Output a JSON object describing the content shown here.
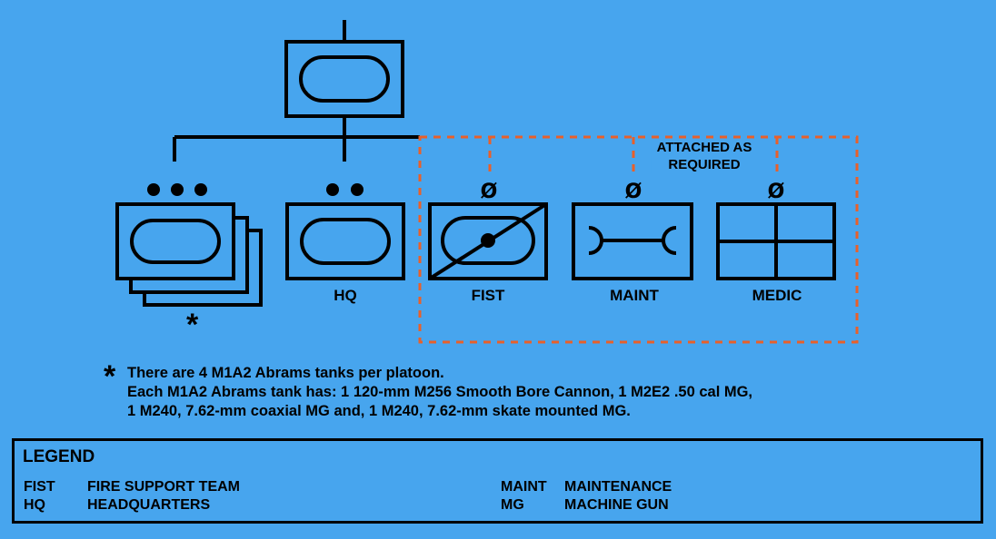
{
  "units": {
    "platoons_label": "",
    "hq_label": "HQ",
    "fist_label": "FIST",
    "maint_label": "MAINT",
    "medic_label": "MEDIC"
  },
  "annotation": {
    "attached_line1": "ATTACHED AS",
    "attached_line2": "REQUIRED",
    "slashed_zero": "Ø",
    "dashed_color": "#e8602a"
  },
  "footnote": {
    "marker": "*",
    "lines": [
      "There are 4 M1A2 Abrams tanks per platoon.",
      "Each M1A2 Abrams tank has: 1 120-mm M256 Smooth Bore Cannon, 1 M2E2 .50 cal MG,",
      "1 M240, 7.62-mm coaxial MG and, 1 M240, 7.62-mm skate mounted MG."
    ]
  },
  "legend": {
    "title": "LEGEND",
    "entries": [
      {
        "abbr": "FIST",
        "meaning": "FIRE SUPPORT TEAM"
      },
      {
        "abbr": "HQ",
        "meaning": "HEADQUARTERS"
      },
      {
        "abbr": "MAINT",
        "meaning": "MAINTENANCE"
      },
      {
        "abbr": "MG",
        "meaning": "MACHINE GUN"
      }
    ]
  },
  "colors": {
    "background": "#47a5ee",
    "line": "#000000",
    "dashed": "#e8602a"
  }
}
